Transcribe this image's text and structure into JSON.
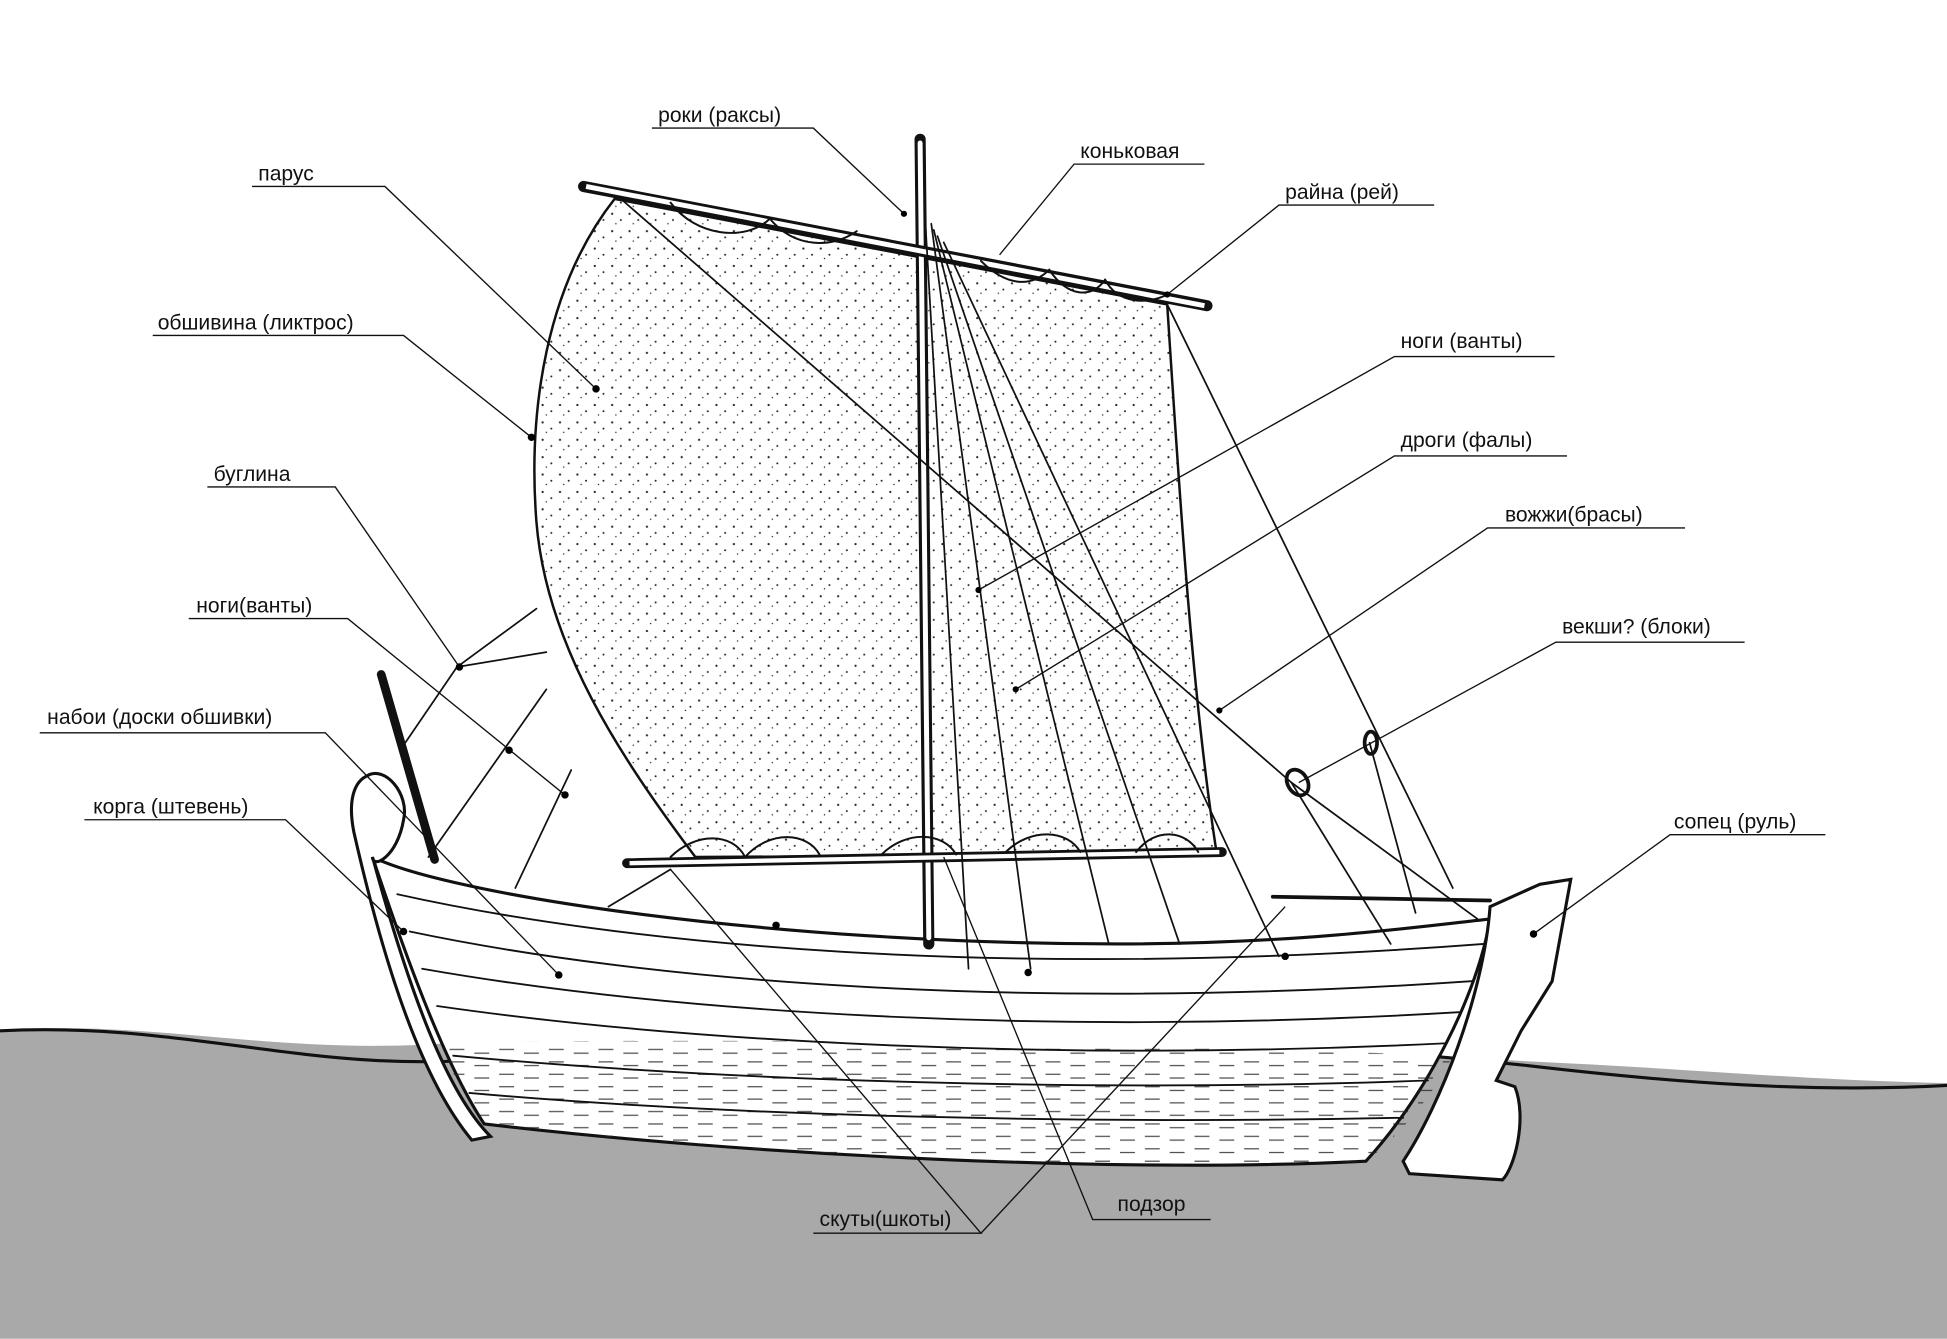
{
  "colors": {
    "water": "#a9a9a9",
    "ink": "#111111",
    "background": "#ffffff"
  },
  "labels": {
    "roki": "роки (раксы)",
    "konkovaya": "коньковая",
    "raina": "райна (рей)",
    "parus": "парус",
    "obshivina": "обшивина (ликтрос)",
    "nogi_right": "ноги (ванты)",
    "drogi": "дроги (фалы)",
    "vozhzhi": "вожжи(брасы)",
    "buglina": "буглина",
    "nogi_left": "ноги(ванты)",
    "vekshi": "векши? (блоки)",
    "naboi": "набои (доски обшивки)",
    "korga": "корга (штевень)",
    "sopets": "сопец (руль)",
    "skuty": "скуты(шкоты)",
    "podzor": "подзор"
  }
}
